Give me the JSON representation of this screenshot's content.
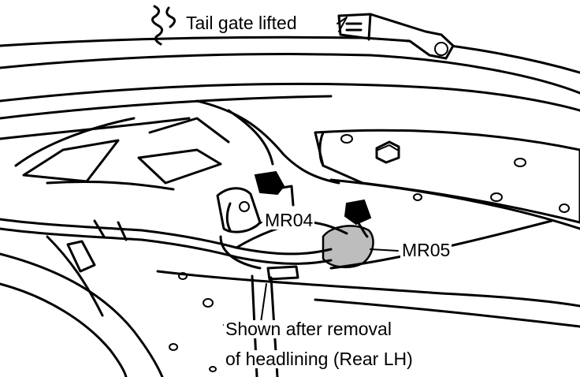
{
  "labels": {
    "tail_gate": "Tail gate lifted",
    "connector_1": "MR04",
    "connector_2": "MR05",
    "note_line_1": "Shown after removal",
    "note_line_2": "of headlining (Rear LH)"
  },
  "colors": {
    "ink": "#000000",
    "paper": "#ffffff",
    "shade": "#bdbdbd"
  }
}
